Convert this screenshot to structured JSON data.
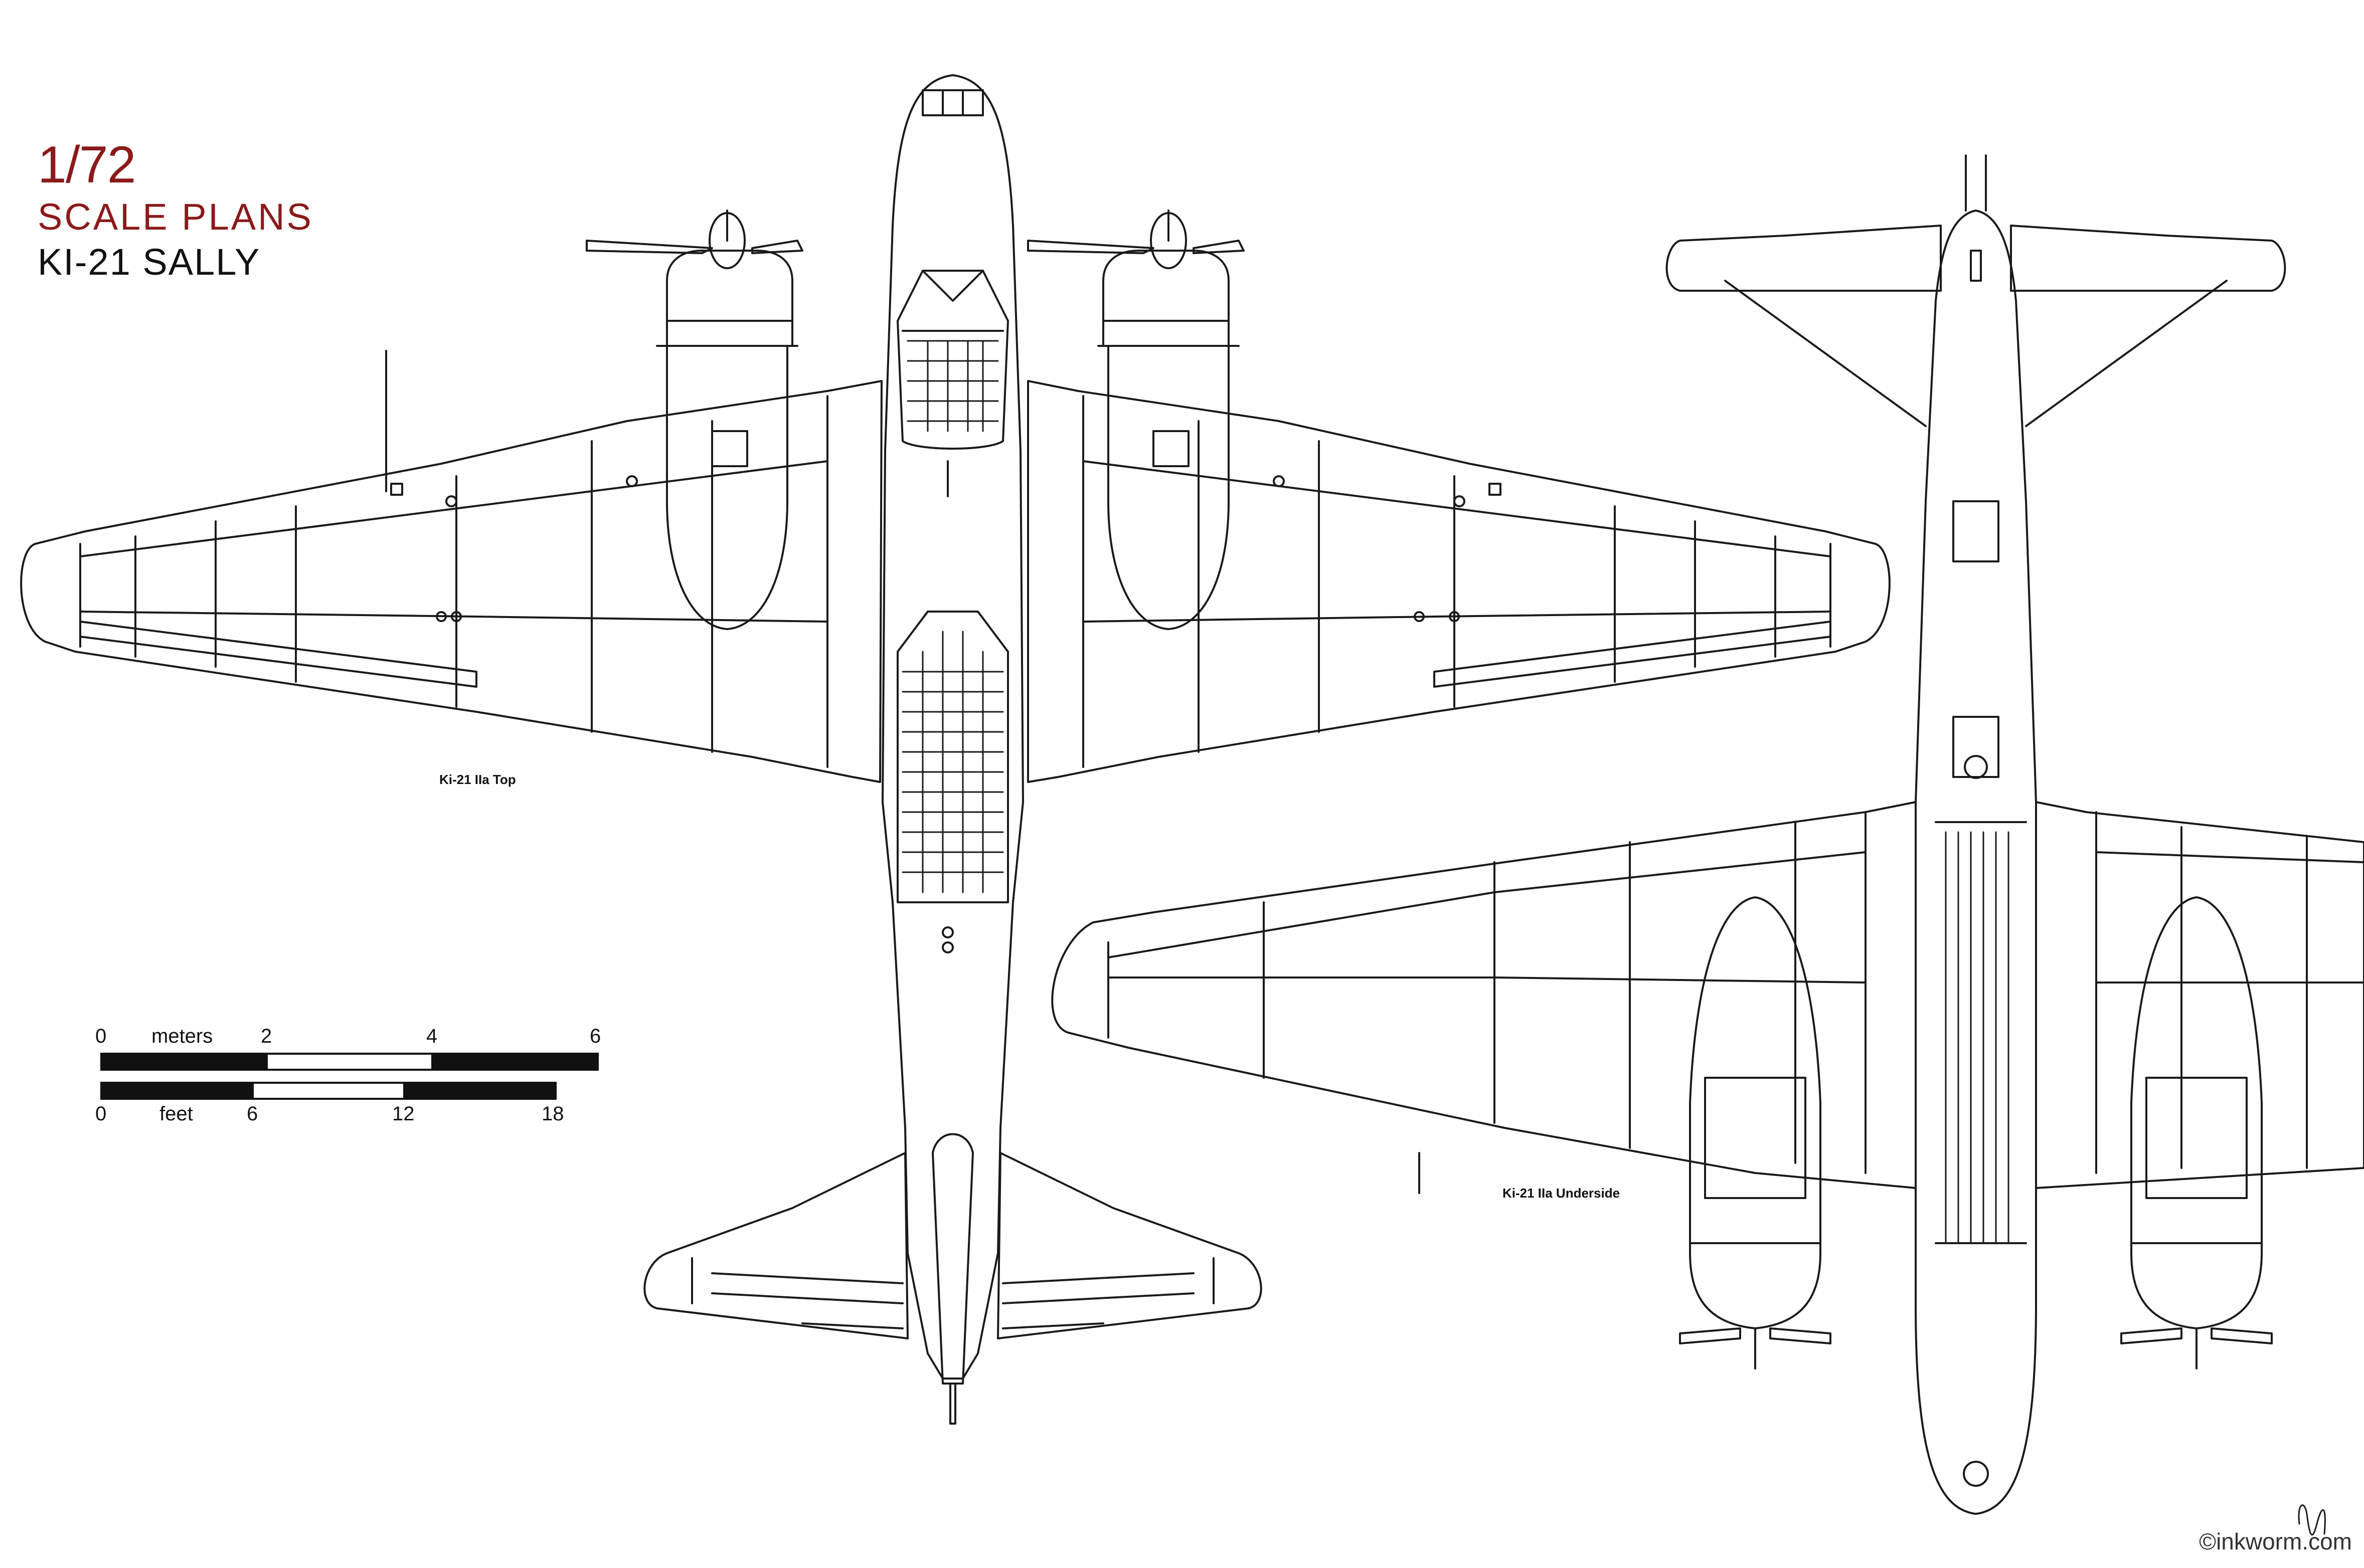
{
  "title": {
    "scale": "1/72",
    "subtitle": "SCALE PLANS",
    "name": "KI-21 SALLY"
  },
  "views": {
    "top_label": "Ki-21 IIa Top",
    "underside_label": "Ki-21 IIa Underside"
  },
  "scale_bar": {
    "meters_unit": "meters",
    "meters_ticks": [
      "0",
      "2",
      "4",
      "6"
    ],
    "feet_unit": "feet",
    "feet_ticks": [
      "0",
      "6",
      "12",
      "18"
    ]
  },
  "credit": "©inkworm.com",
  "colors": {
    "accent": "#8b1a1a",
    "line": "#1a1a1a",
    "background": "#ffffff"
  }
}
